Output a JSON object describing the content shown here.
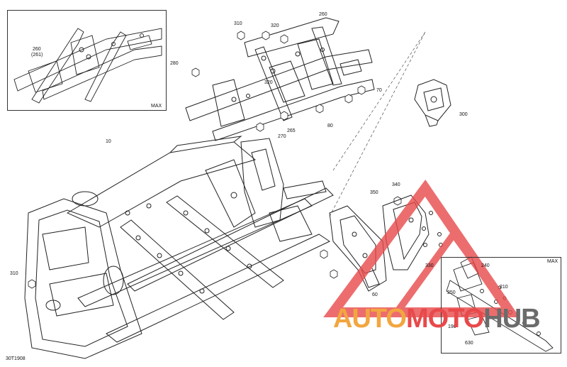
{
  "diagram": {
    "doc_number": "30T1908",
    "inset_tag": "MAX",
    "callouts": {
      "c260_inset": "260",
      "c261_inset": "(261)",
      "c310_top": "310",
      "c320_top": "320",
      "c260_top": "260",
      "c280": "280",
      "c320_mid": "320",
      "c70": "70",
      "c300": "300",
      "c265": "265",
      "c270": "270",
      "c80": "80",
      "c10": "10",
      "c340": "340",
      "c350": "350",
      "c330": "330",
      "c60": "60",
      "c310_left": "310",
      "c240": "240",
      "c250": "250",
      "c210": "210",
      "c190": "190",
      "c630": "630"
    }
  },
  "watermark": {
    "part1": "AUTO",
    "part2": "MOTO",
    "part3": "HUB",
    "color_orange": "#f2a640",
    "color_red": "#e8494a",
    "color_gray": "#6b6b6b"
  }
}
